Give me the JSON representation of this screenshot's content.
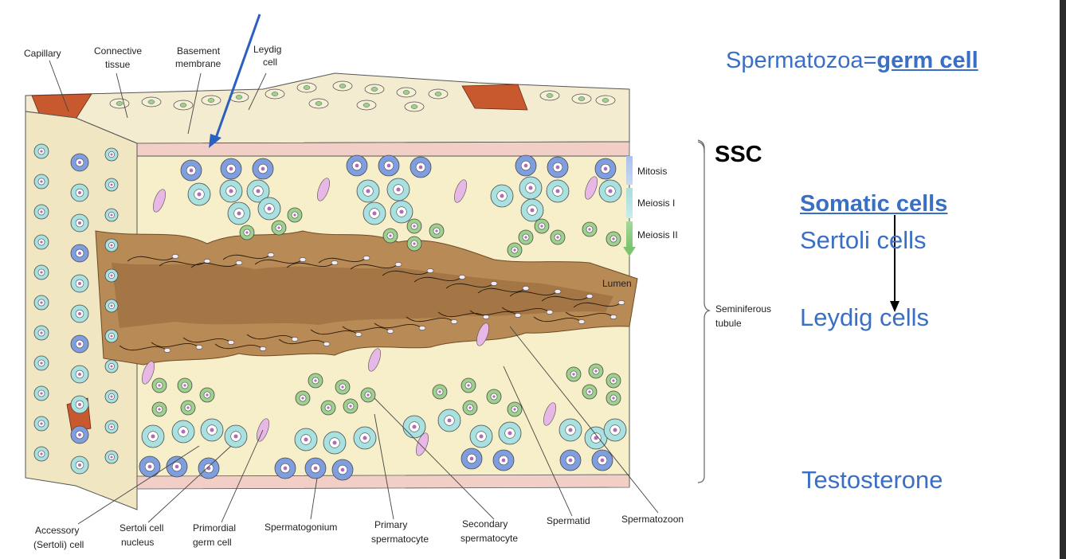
{
  "labels_top": {
    "capillary": "Capillary",
    "connective_1": "Connective",
    "connective_2": "tissue",
    "basement_1": "Basement",
    "basement_2": "membrane",
    "leydig_1": "Leydig",
    "leydig_2": "cell"
  },
  "labels_phase": {
    "mitosis": "Mitosis",
    "meiosis1": "Meiosis I",
    "meiosis2": "Meiosis II",
    "lumen": "Lumen",
    "seminiferous_1": "Seminiferous",
    "seminiferous_2": "tubule"
  },
  "labels_bottom": {
    "accessory_1": "Accessory",
    "accessory_2": "(Sertoli) cell",
    "sertoli_nucleus_1": "Sertoli cell",
    "sertoli_nucleus_2": "nucleus",
    "primordial_1": "Primordial",
    "primordial_2": "germ cell",
    "spermatogonium": "Spermatogonium",
    "primary_1": "Primary",
    "primary_2": "spermatocyte",
    "secondary_1": "Secondary",
    "secondary_2": "spermatocyte",
    "spermatid": "Spermatid",
    "spermatozoon": "Spermatozoon"
  },
  "annotations": {
    "title_prefix": "Spermatozoa=",
    "title_link": "germ cell",
    "ssc": "SSC",
    "somatic": "Somatic cells",
    "sertoli": "Sertoli cells",
    "leydig": "Leydig cells",
    "testosterone": "Testosterone"
  },
  "colors": {
    "annotation_blue": "#3b6fc4",
    "arrow_blue": "#2b5fc0",
    "tissue_cream": "#f7efc9",
    "lumen_brown": "#b88a55",
    "capillary_red": "#c8582e",
    "spermatogonium_blue": "#7f9ee0",
    "spermatocyte_cyan": "#a9e0e0",
    "spermatid_green": "#9ed08e"
  }
}
